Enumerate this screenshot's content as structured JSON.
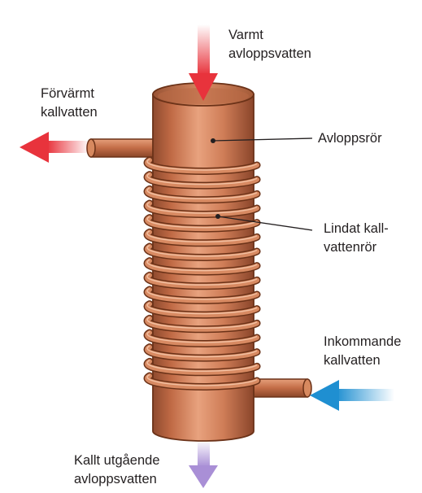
{
  "labels": {
    "hot_waste_in_l1": "Varmt",
    "hot_waste_in_l2": "avloppsvatten",
    "preheated_cold_l1": "Förvärmt",
    "preheated_cold_l2": "kallvatten",
    "drain_pipe": "Avloppsrör",
    "coil_l1": "Lindat kall-",
    "coil_l2": "vattenrör",
    "cold_in_l1": "Inkommande",
    "cold_in_l2": "kallvatten",
    "cold_out_l1": "Kallt utgående",
    "cold_out_l2": "avloppsvatten"
  },
  "colors": {
    "hot_arrow": "#e8333c",
    "cold_arrow": "#1f8fd1",
    "outflow_arrow": "#a98fd6",
    "copper": "#c9724c"
  },
  "coil_turns": 16
}
